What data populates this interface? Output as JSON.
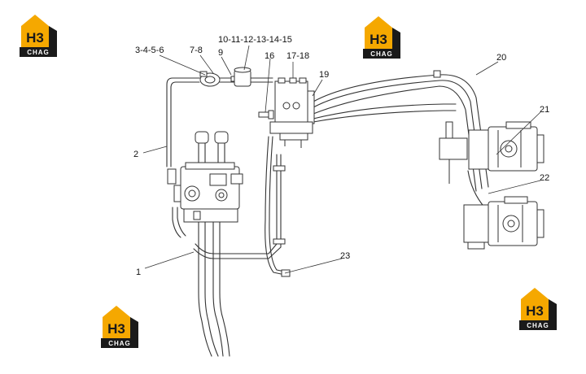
{
  "colors": {
    "logo_gold": "#f5a800",
    "logo_dark": "#1a1a1a",
    "line": "#333333"
  },
  "logo": {
    "mark": "H3",
    "name": "CHAG"
  },
  "callouts": [
    {
      "id": "c1",
      "text": "1"
    },
    {
      "id": "c2",
      "text": "2"
    },
    {
      "id": "c3456",
      "text": "3-4-5-6"
    },
    {
      "id": "c78",
      "text": "7-8"
    },
    {
      "id": "c9",
      "text": "9"
    },
    {
      "id": "c10to15",
      "text": "10-11-12-13-14-15"
    },
    {
      "id": "c16",
      "text": "16"
    },
    {
      "id": "c1718",
      "text": "17-18"
    },
    {
      "id": "c19",
      "text": "19"
    },
    {
      "id": "c20",
      "text": "20"
    },
    {
      "id": "c21",
      "text": "21"
    },
    {
      "id": "c22",
      "text": "22"
    },
    {
      "id": "c23",
      "text": "23"
    }
  ]
}
